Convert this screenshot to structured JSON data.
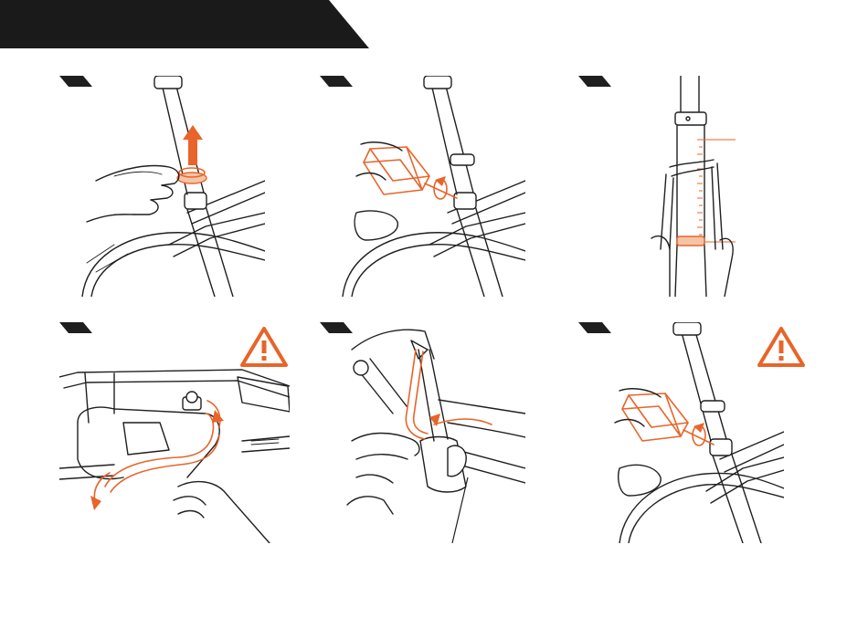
{
  "colors": {
    "accent": "#e8642a",
    "ink": "#1f1f1f",
    "header": "#1a1a1a",
    "tab": "#1f1f1f"
  },
  "icons": {
    "warning": "warning-triangle-icon",
    "arrow_up": "arrow-up-icon",
    "rotate": "rotate-icon",
    "tool": "adjustment-tool-icon"
  },
  "steps": [
    {
      "id": "1",
      "illustration": "lift-collar-on-seatpost"
    },
    {
      "id": "2",
      "illustration": "tool-on-seatpost-clamp"
    },
    {
      "id": "3",
      "illustration": "seatpost-scale-measurement"
    },
    {
      "id": "4",
      "illustration": "route-cable-under-frame",
      "warning": true
    },
    {
      "id": "5",
      "illustration": "attach-cable-to-lever"
    },
    {
      "id": "6",
      "illustration": "tighten-seatpost-clamp",
      "warning": true
    }
  ]
}
